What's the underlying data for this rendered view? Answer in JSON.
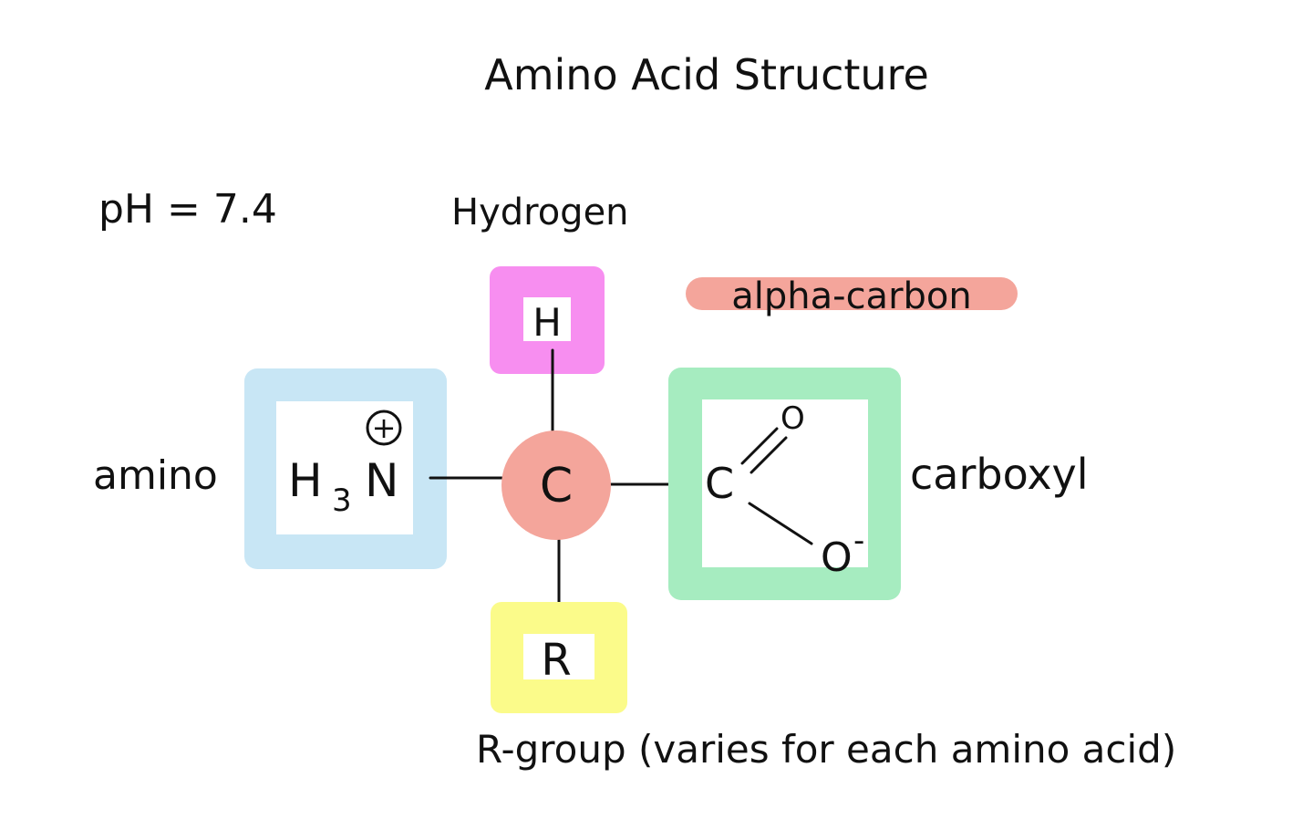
{
  "title": "Amino Acid Structure",
  "ph_label": "pH = 7.4",
  "labels": {
    "hydrogen": "Hydrogen",
    "alpha_carbon": "alpha-carbon",
    "amino": "amino",
    "carboxyl": "carboxyl",
    "r_group": "R-group (varies for each amino acid)"
  },
  "atoms": {
    "center_carbon": "C",
    "hydrogen": "H",
    "amino_h": "H",
    "amino_subscript": "3",
    "amino_n": "N",
    "amino_charge": "+",
    "carboxyl_c": "C",
    "carboxyl_o_double": "O",
    "carboxyl_o_single": "O",
    "carboxyl_charge": "-",
    "r": "R"
  },
  "colors": {
    "hydrogen_box": "#f78ef0",
    "amino_box": "#c8e6f5",
    "alpha_carbon": "#f4a59b",
    "carboxyl_box": "#a6ecc0",
    "r_box": "#fbfb8a",
    "ink": "#111111",
    "background": "#ffffff"
  }
}
